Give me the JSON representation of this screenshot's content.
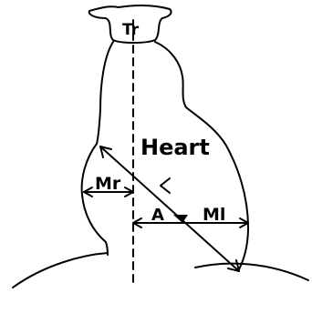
{
  "labels": {
    "trachea": "Tr",
    "heart": "Heart",
    "right_width": "Mr",
    "left_width": "Ml",
    "angle": "A"
  }
}
